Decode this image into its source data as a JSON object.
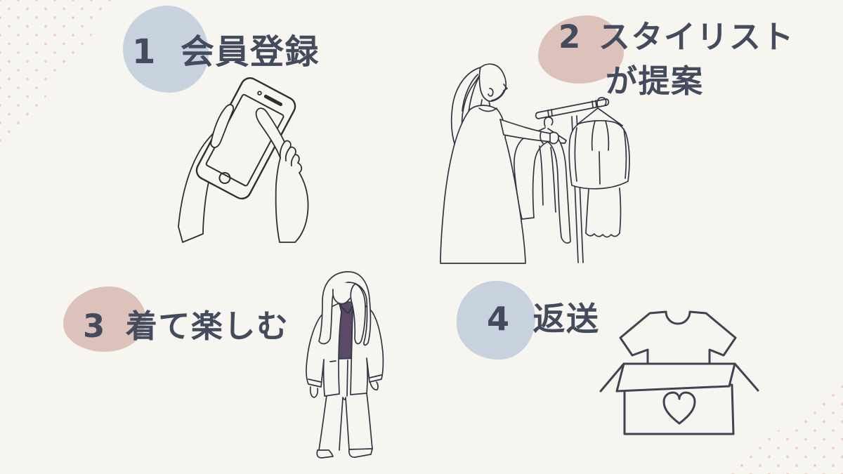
{
  "background": {
    "color": "#f7f5f0",
    "corner_dot_color": "#ecd0ca"
  },
  "palette": {
    "text": "#434b5c",
    "blue_badge": "#c8d2de",
    "pink_badge": "#dcc2ba",
    "line_art": "#2e2e2e",
    "box_line": "#3e4450",
    "purple_top": "#5a4a67"
  },
  "steps": [
    {
      "number": "1",
      "label": "会員登録",
      "badge_color": "#c8d2de",
      "illustration": "hands-tapping-smartphone"
    },
    {
      "number": "2",
      "label": "スタイリスト",
      "label_line2": "が提案",
      "badge_color": "#dcc2ba",
      "illustration": "stylist-choosing-clothes-on-rack"
    },
    {
      "number": "3",
      "label": "着て楽しむ",
      "badge_color": "#dcc2ba",
      "illustration": "woman-wearing-outfit"
    },
    {
      "number": "4",
      "label": "返送",
      "badge_color": "#c8d2de",
      "illustration": "tshirt-and-return-box-with-heart"
    }
  ]
}
